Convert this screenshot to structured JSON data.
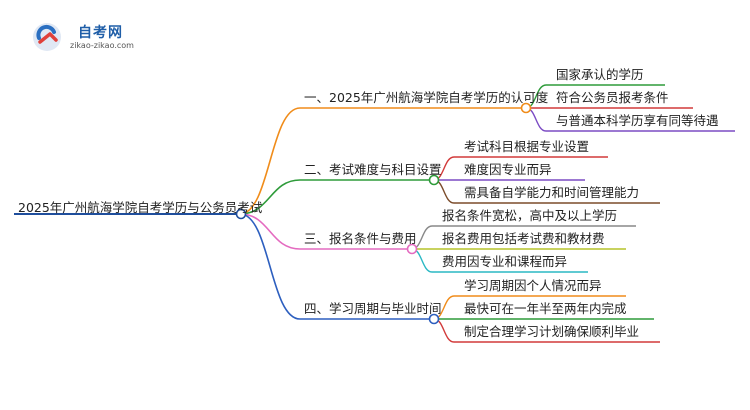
{
  "logo": {
    "title": "自考网",
    "url": "zikao-zikao.com"
  },
  "root": {
    "label": "2025年广州航海学院自考学历与公务员考试",
    "color": "#1f4e9c"
  },
  "branches": [
    {
      "label": "一、2025年广州航海学院自考学历的认可度",
      "color": "#f08c1a",
      "children": [
        {
          "label": "国家承认的学历",
          "color": "#2e9b3a"
        },
        {
          "label": "符合公务员报考条件",
          "color": "#d23a3a"
        },
        {
          "label": "与普通本科学历享有同等待遇",
          "color": "#7b4bc4"
        }
      ]
    },
    {
      "label": "二、考试难度与科目设置",
      "color": "#2e9b3a",
      "children": [
        {
          "label": "考试科目根据专业设置",
          "color": "#d23a3a"
        },
        {
          "label": "难度因专业而异",
          "color": "#7b4bc4"
        },
        {
          "label": "需具备自学能力和时间管理能力",
          "color": "#7b4b2a"
        }
      ]
    },
    {
      "label": "三、报名条件与费用",
      "color": "#e46bc0",
      "children": [
        {
          "label": "报名条件宽松，高中及以上学历",
          "color": "#888888"
        },
        {
          "label": "报名费用包括考试费和教材费",
          "color": "#b5c42a"
        },
        {
          "label": "费用因专业和课程而异",
          "color": "#2ab8c4"
        }
      ]
    },
    {
      "label": "四、学习周期与毕业时间",
      "color": "#2d5fbf",
      "children": [
        {
          "label": "学习周期因个人情况而异",
          "color": "#f08c1a"
        },
        {
          "label": "最快可在一年半至两年内完成",
          "color": "#2e9b3a"
        },
        {
          "label": "制定合理学习计划确保顺利毕业",
          "color": "#d23a3a"
        }
      ]
    }
  ]
}
